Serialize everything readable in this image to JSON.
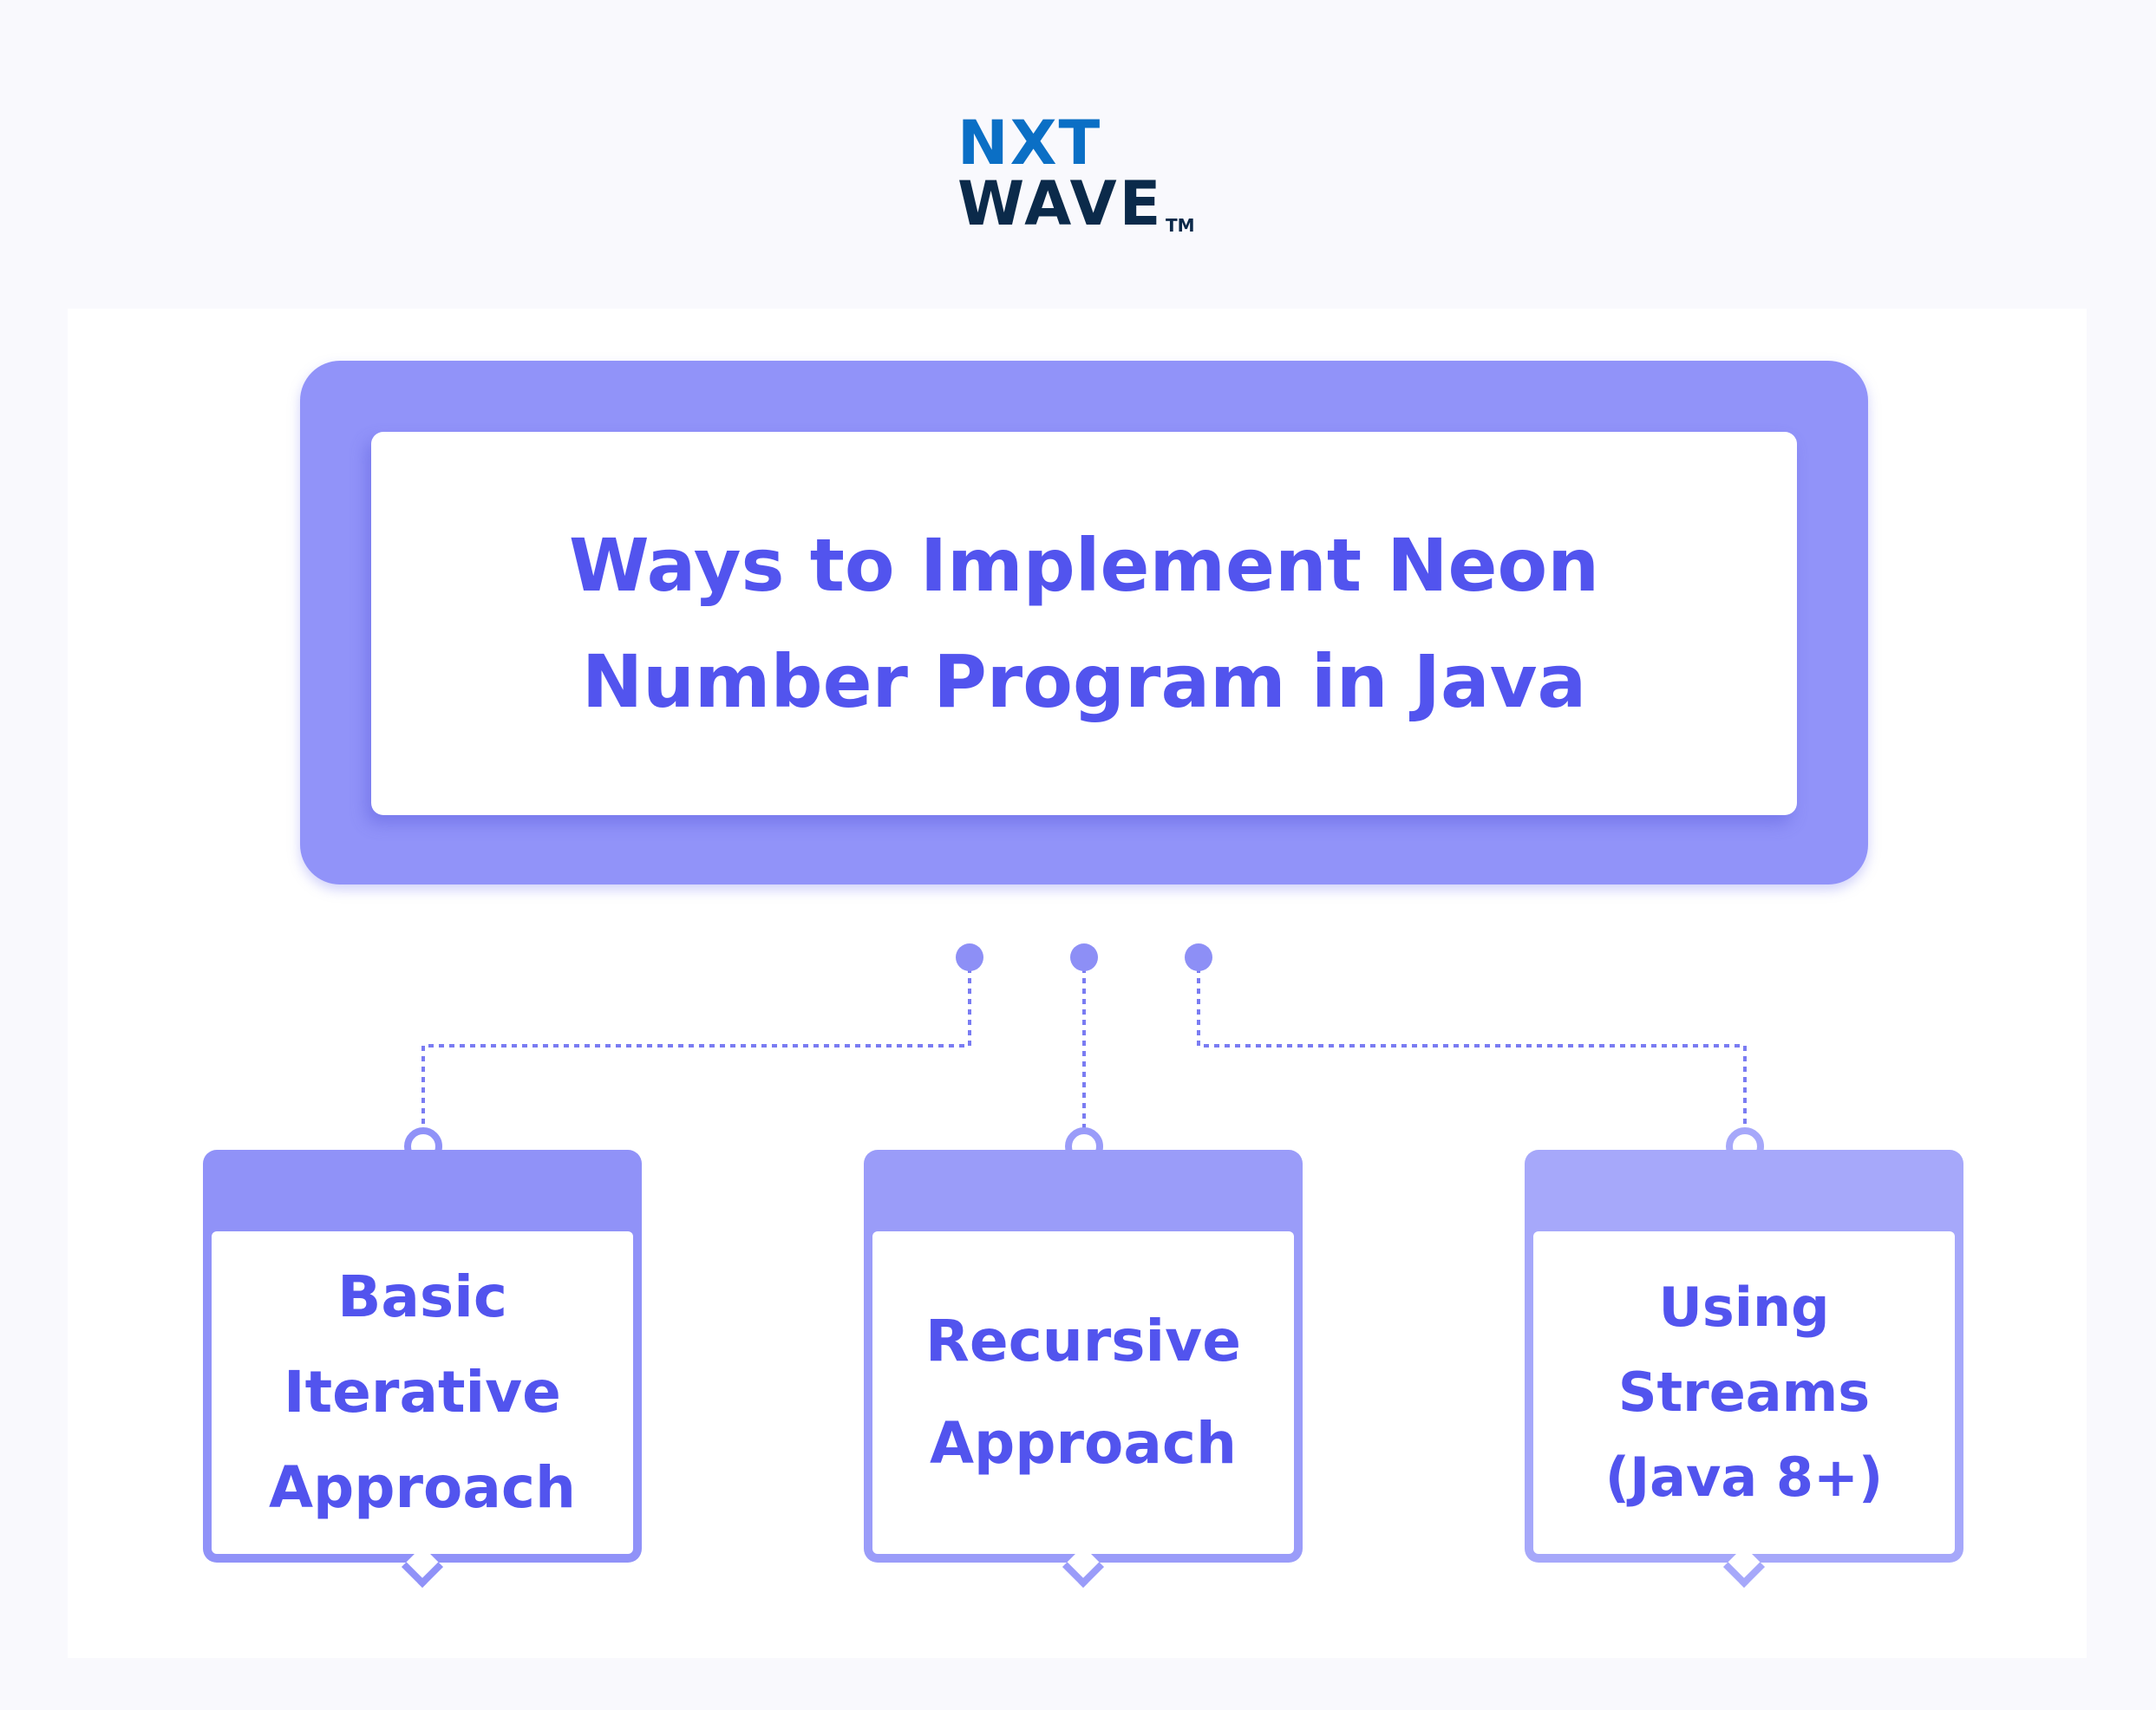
{
  "logo": {
    "line1": "NXT",
    "line2": "WAVE",
    "tm": "TM"
  },
  "title": "Ways to Implement Neon Number Program in Java",
  "approaches": [
    {
      "label": "Basic Iterative Approach"
    },
    {
      "label": "Recursive Approach"
    },
    {
      "label": "Using Streams (Java 8+)"
    }
  ],
  "colors": {
    "accent": "#9193f9",
    "text": "#5254ee",
    "logo_blue": "#0b6fc5",
    "logo_navy": "#0b2a4a"
  }
}
